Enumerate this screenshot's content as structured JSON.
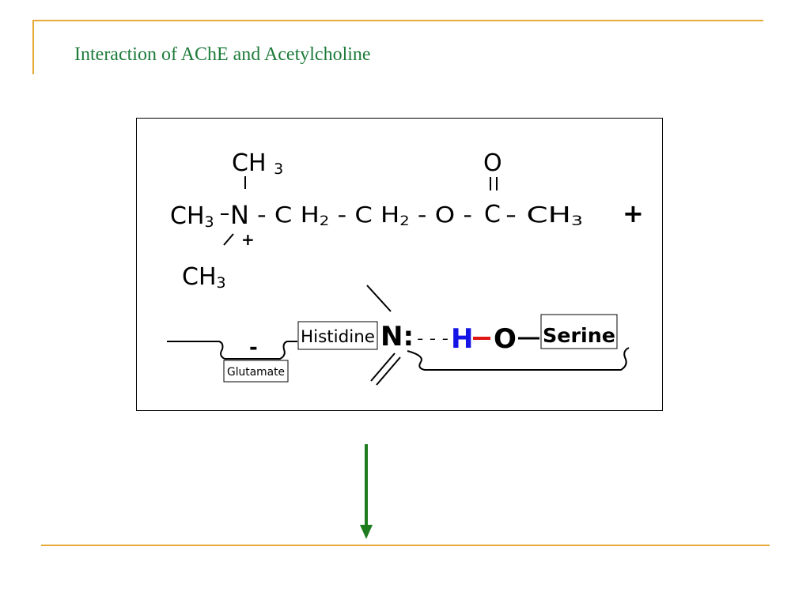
{
  "slide": {
    "title": "Interaction of AChE and Acetylcholine"
  },
  "colors": {
    "accent_gold": "#E5A93A",
    "title_green": "#1E7B3A",
    "arrow_green": "#1E7B1E",
    "hydrogen_blue": "#1515E6",
    "bond_red": "#E01515"
  },
  "acetylcholine": {
    "top_methyl": "CH3",
    "left_methyl": "CH3",
    "bottom_methyl": "CH3",
    "nitrogen": "N",
    "charge": "+",
    "chain": "- C H2 - C H2 - O -",
    "carbonyl_carbon": "C",
    "carbonyl_oxygen": "O",
    "terminal_methyl": "- CH3"
  },
  "plus_sign": "+",
  "enzyme": {
    "glutamate_label": "Glutamate",
    "glutamate_charge": "-",
    "histidine_label": "Histidine",
    "histidine_nitrogen": "N:",
    "hbond": "- - -",
    "hydrogen": "H",
    "oxygen": "O",
    "serine_label": "Serine"
  }
}
